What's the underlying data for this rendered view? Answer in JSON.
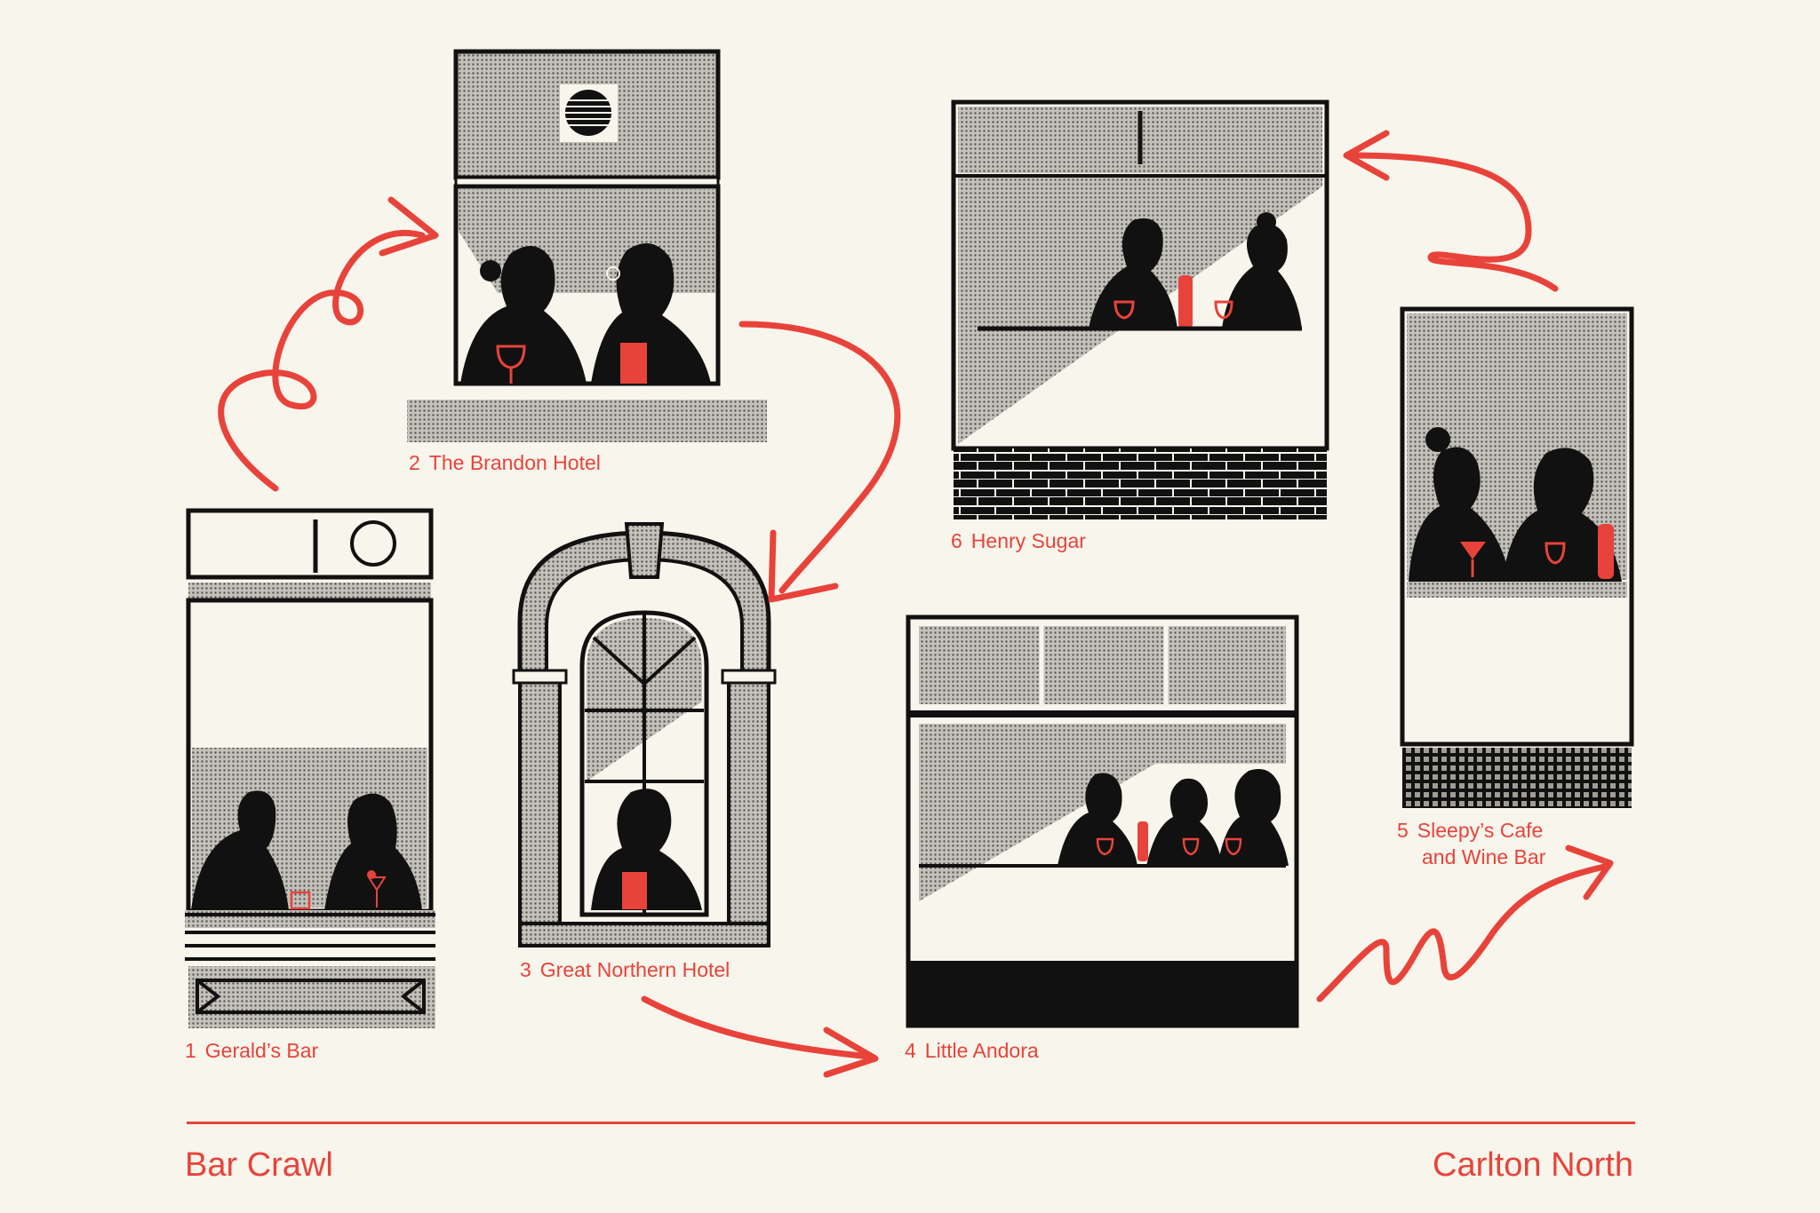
{
  "colors": {
    "background": "#f8f5ec",
    "ink": "#111111",
    "accent": "#e8433a",
    "halftone": "#b9b7b0"
  },
  "stops": [
    {
      "number": "1",
      "name": "Gerald’s Bar"
    },
    {
      "number": "2",
      "name": "The Brandon Hotel"
    },
    {
      "number": "3",
      "name": "Great Northern Hotel"
    },
    {
      "number": "4",
      "name": "Little Andora"
    },
    {
      "number": "5",
      "name": "Sleepy’s Cafe",
      "name_line2": "and Wine Bar"
    },
    {
      "number": "6",
      "name": "Henry Sugar"
    }
  ],
  "footer": {
    "left": "Bar Crawl",
    "right": "Carlton North"
  },
  "icons": [
    "route-arrow",
    "window-illustration",
    "wine-glass-icon",
    "beer-glass-icon",
    "bottle-icon",
    "cocktail-glass-icon"
  ]
}
